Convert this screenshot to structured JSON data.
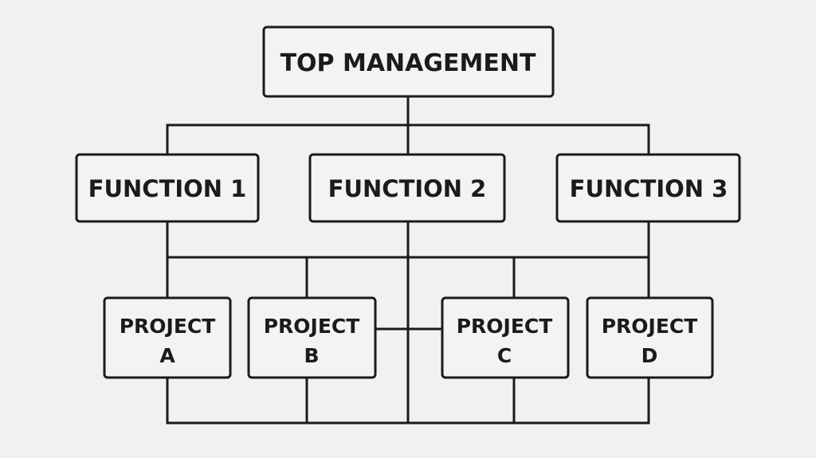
{
  "org_chart": {
    "top": {
      "label": "TOP MANAGEMENT"
    },
    "functions": [
      {
        "label": "FUNCTION 1"
      },
      {
        "label": "FUNCTION 2"
      },
      {
        "label": "FUNCTION 3"
      }
    ],
    "projects": [
      {
        "line1": "PROJECT",
        "line2": "A"
      },
      {
        "line1": "PROJECT",
        "line2": "B"
      },
      {
        "line1": "PROJECT",
        "line2": "C"
      },
      {
        "line1": "PROJECT",
        "line2": "D"
      }
    ]
  },
  "colors": {
    "background": "#f2f1ef",
    "line": "#1b1b1b",
    "box_fill": "#f4f3f1"
  }
}
